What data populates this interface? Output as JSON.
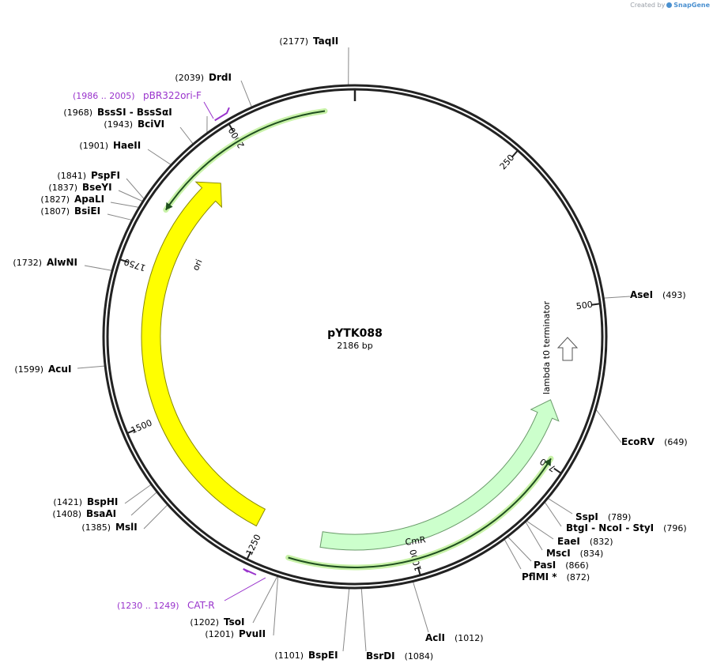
{
  "credit": {
    "prefix": "Created by",
    "brand": "SnapGene"
  },
  "plasmid": {
    "name": "pYTK088",
    "length_label": "2186 bp",
    "length": 2186
  },
  "ticks": [
    {
      "label": "250",
      "pos": 250
    },
    {
      "label": "500",
      "pos": 500
    },
    {
      "label": "750",
      "pos": 750
    },
    {
      "label": "1000",
      "pos": 1000
    },
    {
      "label": "1250",
      "pos": 1250
    },
    {
      "label": "1500",
      "pos": 1500
    },
    {
      "label": "1750",
      "pos": 1750
    },
    {
      "label": "2000",
      "pos": 2000
    }
  ],
  "features": [
    {
      "name": "ori",
      "start": 1260,
      "end": 1936,
      "color": "#ffff00",
      "stroke": "#888800",
      "dir": "cw"
    },
    {
      "name": "CmR",
      "start": 1150,
      "end": 655,
      "color": "#ccffcc",
      "stroke": "#6a9a6a",
      "dir": "ccw"
    },
    {
      "name": "lambda t0 terminator",
      "start": 548,
      "end": 520,
      "color": "#ffffff",
      "stroke": "#555555",
      "dir": "ccw"
    }
  ],
  "orfs": [
    {
      "name": "orf-cw-top",
      "start": 1845,
      "end": 2140
    },
    {
      "name": "orf-ccw-bottom",
      "start": 1195,
      "end": 740
    }
  ],
  "primers": [
    {
      "name": "pBR322ori-F",
      "range": "(1986 .. 2005)",
      "pos": 1995
    },
    {
      "name": "CAT-R",
      "range": "(1230 .. 1249)",
      "pos": 1240
    }
  ],
  "sites": [
    {
      "name": "TaqII",
      "pos": "(2177)",
      "side": "r"
    },
    {
      "name": "DrdI",
      "pos": "(2039)",
      "side": "r"
    },
    {
      "name": "BssSI  -  BssSαI",
      "pos": "(1968)",
      "side": "r"
    },
    {
      "name": "BciVI",
      "pos": "(1943)",
      "side": "r"
    },
    {
      "name": "HaeII",
      "pos": "(1901)",
      "side": "r"
    },
    {
      "name": "PspFI",
      "pos": "(1841)",
      "side": "r"
    },
    {
      "name": "BseYI",
      "pos": "(1837)",
      "side": "r"
    },
    {
      "name": "ApaLI",
      "pos": "(1827)",
      "side": "r"
    },
    {
      "name": "BsiEI",
      "pos": "(1807)",
      "side": "r"
    },
    {
      "name": "AlwNI",
      "pos": "(1732)",
      "side": "r"
    },
    {
      "name": "AcuI",
      "pos": "(1599)",
      "side": "r"
    },
    {
      "name": "BspHI",
      "pos": "(1421)",
      "side": "r"
    },
    {
      "name": "BsaAI",
      "pos": "(1408)",
      "side": "r"
    },
    {
      "name": "MslI",
      "pos": "(1385)",
      "side": "r"
    },
    {
      "name": "TsoI",
      "pos": "(1202)",
      "side": "r"
    },
    {
      "name": "PvuII",
      "pos": "(1201)",
      "side": "r"
    },
    {
      "name": "BspEI",
      "pos": "(1101)",
      "side": "r"
    },
    {
      "name": "BsrDI",
      "pos": "(1084)",
      "side": "l"
    },
    {
      "name": "AclI",
      "pos": "(1012)",
      "side": "l"
    },
    {
      "name": "PflMI *",
      "pos": "(872)",
      "side": "l"
    },
    {
      "name": "PasI",
      "pos": "(866)",
      "side": "l"
    },
    {
      "name": "MscI",
      "pos": "(834)",
      "side": "l"
    },
    {
      "name": "EaeI",
      "pos": "(832)",
      "side": "l"
    },
    {
      "name": "BtgI  -  NcoI  -  StyI",
      "pos": "(796)",
      "side": "l"
    },
    {
      "name": "SspI",
      "pos": "(789)",
      "side": "l"
    },
    {
      "name": "EcoRV",
      "pos": "(649)",
      "side": "l"
    },
    {
      "name": "AseI",
      "pos": "(493)",
      "side": "l"
    }
  ]
}
